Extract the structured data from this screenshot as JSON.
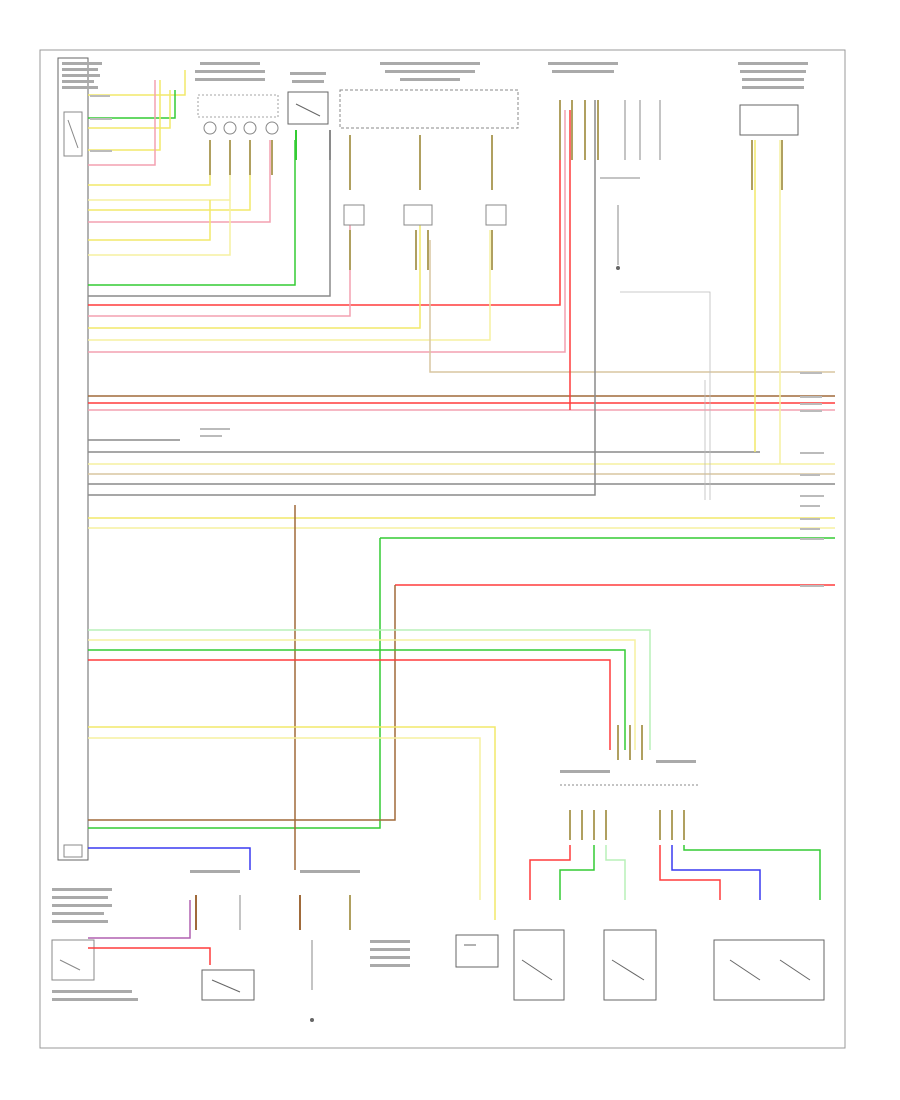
{
  "footer": {
    "code": ""
  },
  "colors": {
    "border": "#999999",
    "wire_red": "#ff3b3b",
    "wire_pink": "#f3a0b0",
    "wire_yellow": "#f2e86a",
    "wire_lightyellow": "#f6f0a0",
    "wire_green": "#33cc33",
    "wire_lightgreen": "#b8f0b8",
    "wire_gray": "#8a8a8a",
    "wire_brown": "#a06a3a",
    "wire_blue": "#3a3af0",
    "wire_violet": "#b060b0",
    "wire_tan": "#d9c6a0"
  },
  "components": [
    {
      "id": "main-controller",
      "name_label": ""
    },
    {
      "id": "igniter-group",
      "name_label": ""
    },
    {
      "id": "inertia-switch",
      "name_label": ""
    },
    {
      "id": "connector-block",
      "name_label": ""
    },
    {
      "id": "junction-connector",
      "name_label": ""
    },
    {
      "id": "relay",
      "name_label": ""
    },
    {
      "id": "accelerator-module",
      "name_label": ""
    },
    {
      "id": "pedal-sensor",
      "name_label": ""
    },
    {
      "id": "position-sensor-a",
      "name_label": ""
    },
    {
      "id": "position-sensor-b",
      "name_label": ""
    },
    {
      "id": "stop-switch",
      "name_label": ""
    },
    {
      "id": "dual-switch",
      "name_label": ""
    }
  ]
}
